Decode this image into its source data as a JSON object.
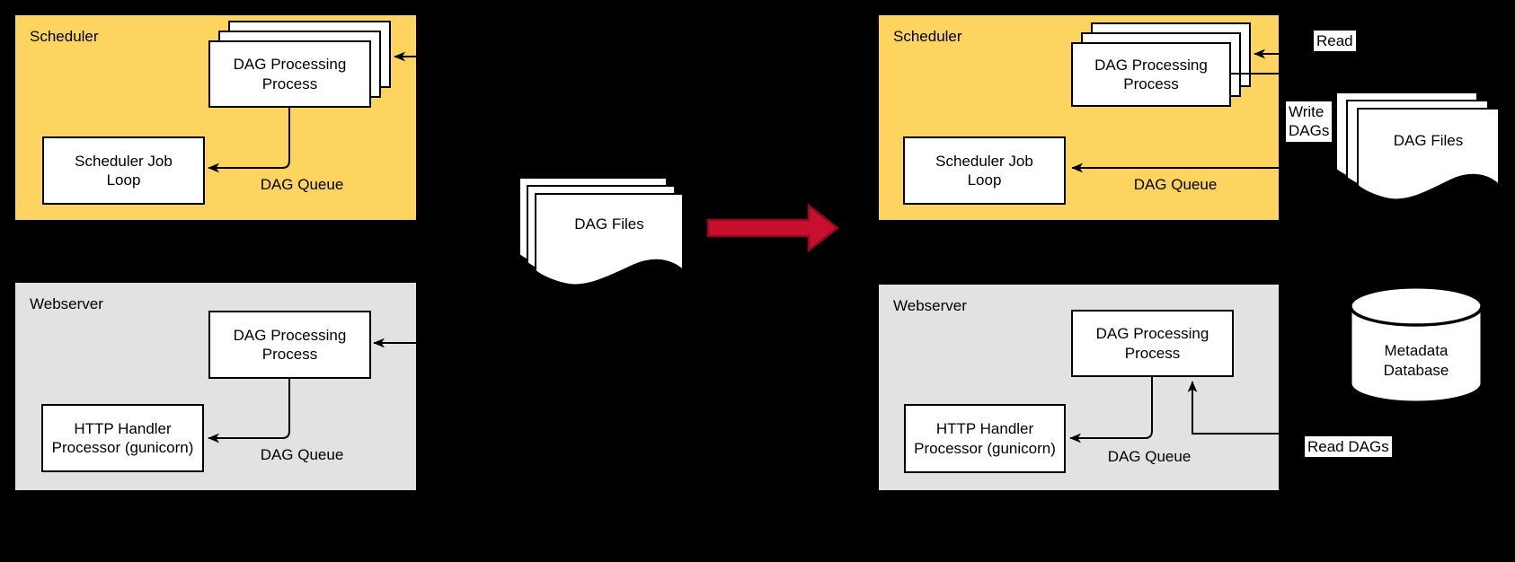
{
  "colors": {
    "background": "#000000",
    "scheduler_fill": "#FCD45F",
    "webserver_fill": "#E2E2E2",
    "node_fill": "#FFFFFF",
    "line": "#000000",
    "transition_arrow_fill": "#C8102E",
    "transition_arrow_stroke": "#8F0B1F"
  },
  "left": {
    "scheduler": {
      "title": "Scheduler",
      "dag_processing": "DAG Processing\nProcess",
      "job_loop": "Scheduler Job\nLoop",
      "dag_queue": "DAG Queue"
    },
    "webserver": {
      "title": "Webserver",
      "dag_processing": "DAG Processing\nProcess",
      "http_handler": "HTTP Handler\nProcessor (gunicorn)",
      "dag_queue": "DAG Queue"
    },
    "dag_files": "DAG Files"
  },
  "right": {
    "scheduler": {
      "title": "Scheduler",
      "dag_processing": "DAG Processing\nProcess",
      "job_loop": "Scheduler Job\nLoop",
      "dag_queue": "DAG Queue"
    },
    "webserver": {
      "title": "Webserver",
      "dag_processing": "DAG Processing\nProcess",
      "http_handler": "HTTP Handler\nProcessor (gunicorn)",
      "dag_queue": "DAG Queue"
    },
    "dag_files": "DAG Files",
    "metadata_database": "Metadata\nDatabase",
    "labels": {
      "read": "Read",
      "write_dags": "Write\nDAGs",
      "read_dags": "Read DAGs"
    }
  }
}
